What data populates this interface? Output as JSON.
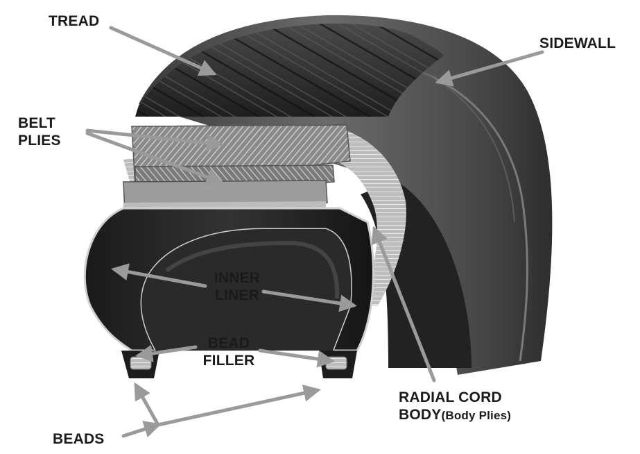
{
  "labels": {
    "tread": "TREAD",
    "sidewall": "SIDEWALL",
    "belt_plies": {
      "line1": "BELT",
      "line2": "PLIES"
    },
    "inner_liner": {
      "line1": "INNER",
      "line2": "LINER"
    },
    "bead_filler": {
      "line1": "BEAD",
      "line2": "FILLER"
    },
    "radial_cord_body": {
      "line1": "RADIAL CORD",
      "line2_main": "BODY",
      "line2_sub": "(Body Plies)"
    },
    "beads": "BEADS"
  },
  "colors": {
    "label_text": "#1a1a1a",
    "arrow": "#9a9a9a",
    "rubber_dark": "#2b2b2b",
    "rubber_mid": "#555555",
    "cord_silver": "#c8c8c8",
    "background": "#ffffff"
  }
}
